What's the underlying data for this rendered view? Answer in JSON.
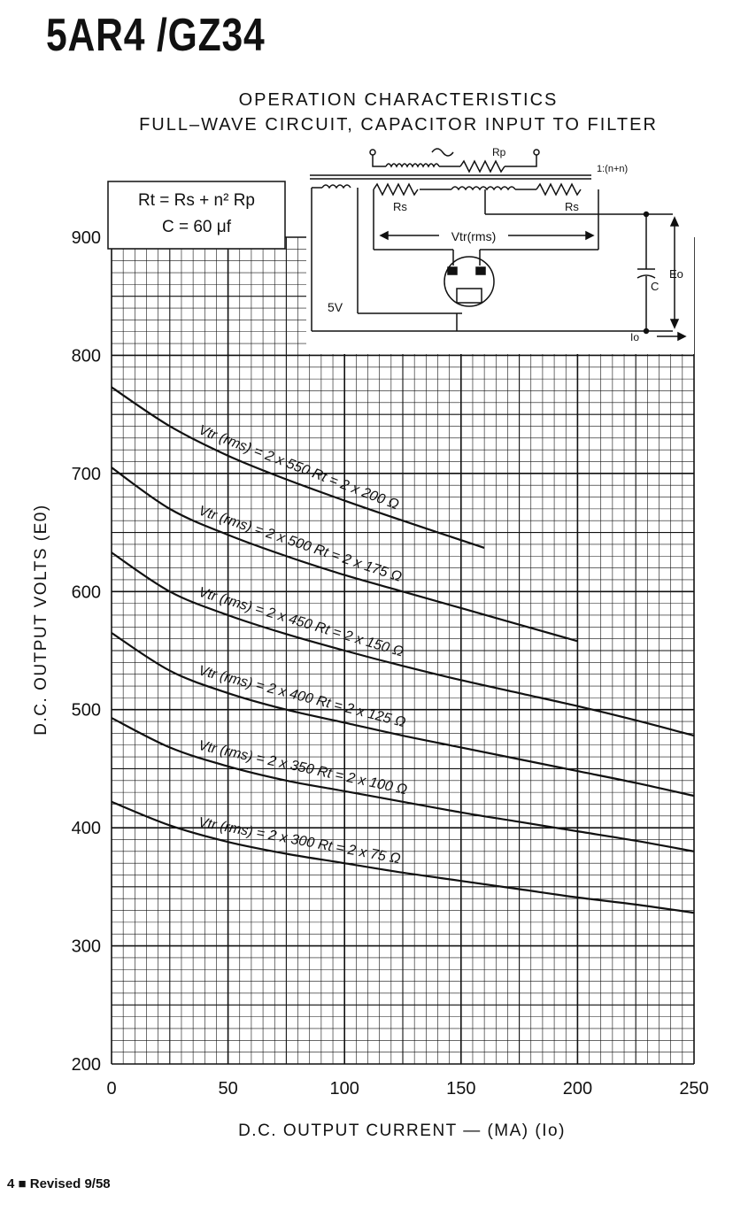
{
  "document": {
    "title": "5AR4 /GZ34",
    "footer_page": "4",
    "footer_text": "Revised 9/58"
  },
  "chart_data": {
    "type": "line",
    "title": "OPERATION CHARACTERISTICS",
    "subtitle": "FULL–WAVE CIRCUIT, CAPACITOR INPUT TO FILTER",
    "xlabel": "D.C. OUTPUT CURRENT — (MA) (Io)",
    "ylabel": "D.C. OUTPUT VOLTS (E0)",
    "xlim": [
      0,
      250
    ],
    "ylim": [
      200,
      900
    ],
    "x_ticks": [
      0,
      50,
      100,
      150,
      200,
      250
    ],
    "y_ticks": [
      200,
      300,
      400,
      500,
      600,
      700,
      800,
      900
    ],
    "grid": true,
    "formula_box": {
      "line1": "Rt = Rs + n² Rp",
      "line2": "C = 60 μf"
    },
    "schematic_labels": {
      "rp": "Rp",
      "ratio": "1:(n+n)",
      "rs_left": "Rs",
      "rs_right": "Rs",
      "vtr": "Vtr(rms)",
      "heater": "5V",
      "cap": "C",
      "eo": "Eo",
      "io": "Io"
    },
    "series": [
      {
        "name": "Vtr (rms) = 2 x 550   Rt = 2 x 200 Ω",
        "x": [
          0,
          25,
          50,
          75,
          100,
          125,
          160
        ],
        "y": [
          773,
          740,
          715,
          695,
          677,
          660,
          637
        ]
      },
      {
        "name": "Vtr (rms) = 2 x 500   Rt = 2 x 175 Ω",
        "x": [
          0,
          25,
          50,
          75,
          100,
          125,
          150,
          175,
          200
        ],
        "y": [
          705,
          670,
          648,
          630,
          614,
          600,
          586,
          572,
          558
        ]
      },
      {
        "name": "Vtr (rms) = 2 x 450   Rt = 2 x 150 Ω",
        "x": [
          0,
          25,
          50,
          75,
          100,
          125,
          150,
          175,
          200,
          225,
          250
        ],
        "y": [
          633,
          600,
          580,
          564,
          550,
          537,
          525,
          514,
          503,
          491,
          478
        ]
      },
      {
        "name": "Vtr (rms) = 2 x 400   Rt = 2 x 125 Ω",
        "x": [
          0,
          25,
          50,
          75,
          100,
          125,
          150,
          175,
          200,
          225,
          250
        ],
        "y": [
          565,
          533,
          514,
          500,
          489,
          478,
          468,
          458,
          448,
          438,
          427
        ]
      },
      {
        "name": "Vtr (rms) = 2 x 350   Rt = 2 x 100 Ω",
        "x": [
          0,
          25,
          50,
          75,
          100,
          125,
          150,
          175,
          200,
          225,
          250
        ],
        "y": [
          493,
          468,
          452,
          440,
          431,
          422,
          413,
          405,
          397,
          389,
          380
        ]
      },
      {
        "name": "Vtr (rms) = 2 x 300   Rt = 2 x 75 Ω",
        "x": [
          0,
          25,
          50,
          75,
          100,
          125,
          150,
          175,
          200,
          225,
          250
        ],
        "y": [
          422,
          402,
          388,
          378,
          370,
          362,
          355,
          348,
          341,
          335,
          328
        ]
      }
    ]
  }
}
